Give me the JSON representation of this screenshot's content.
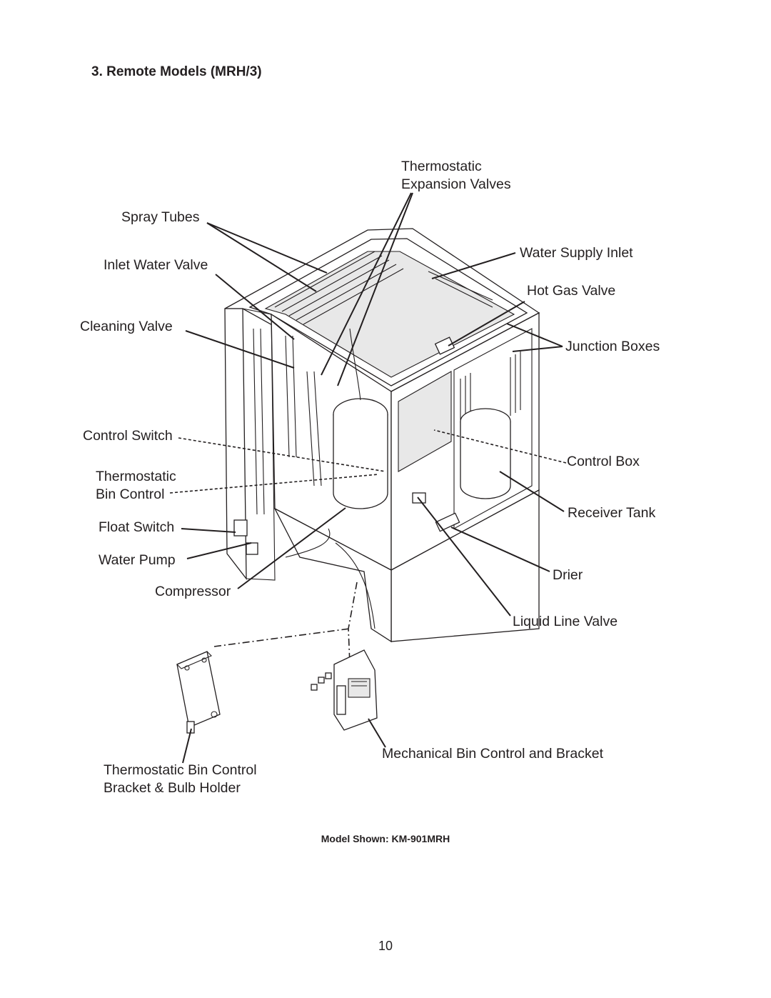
{
  "heading": "3. Remote Models (MRH/3)",
  "labels": {
    "thermostatic_expansion_valves_1": "Thermostatic",
    "thermostatic_expansion_valves_2": "Expansion Valves",
    "spray_tubes": "Spray Tubes",
    "inlet_water_valve": "Inlet Water Valve",
    "cleaning_valve": "Cleaning Valve",
    "water_supply_inlet": "Water Supply Inlet",
    "hot_gas_valve": "Hot Gas Valve",
    "junction_boxes": "Junction Boxes",
    "control_switch": "Control Switch",
    "thermostatic_bin_control_1": "Thermostatic",
    "thermostatic_bin_control_2": "Bin Control",
    "control_box": "Control Box",
    "receiver_tank": "Receiver Tank",
    "float_switch": "Float Switch",
    "water_pump": "Water Pump",
    "drier": "Drier",
    "compressor": "Compressor",
    "liquid_line_valve": "Liquid Line Valve",
    "mechanical_bin_control": "Mechanical Bin Control and Bracket",
    "bracket_bulb_holder_1": "Thermostatic Bin Control",
    "bracket_bulb_holder_2": "Bracket & Bulb Holder"
  },
  "caption": "Model Shown: KM-901MRH",
  "page_number": "10"
}
